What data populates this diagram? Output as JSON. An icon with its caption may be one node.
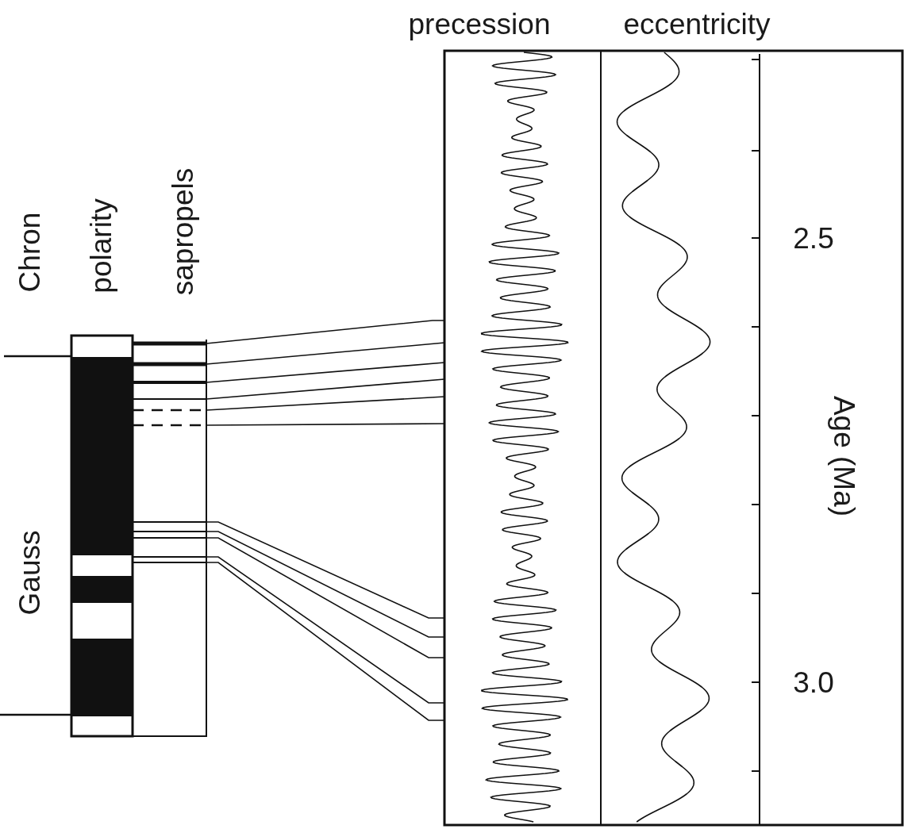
{
  "diagram": {
    "labels": [
      "precession",
      "eccentricity",
      "Chron",
      "polarity",
      "sapropels",
      "Gauss",
      "2.5",
      "3.0",
      "Age (Ma)"
    ]
  }
}
